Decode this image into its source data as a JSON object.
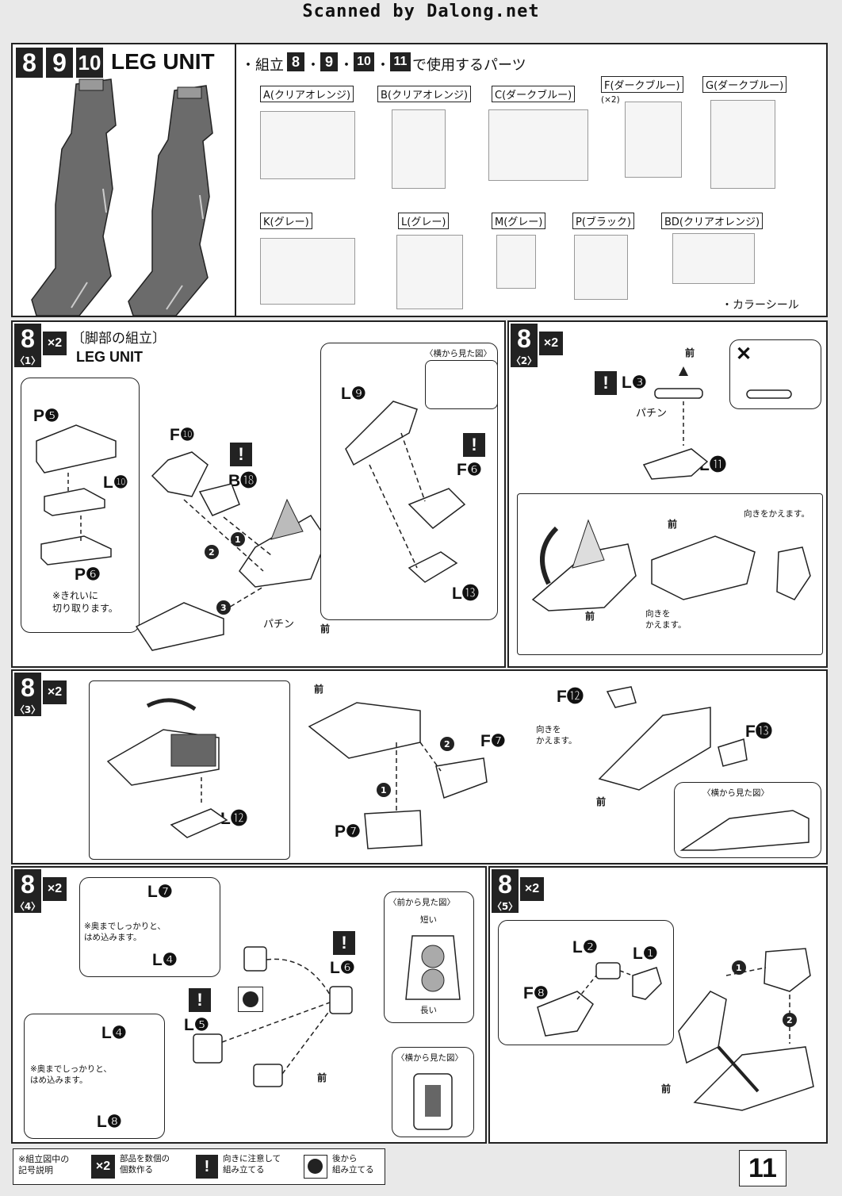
{
  "scan_title": "Scanned by Dalong.net",
  "header": {
    "steps": [
      "8",
      "9",
      "10"
    ],
    "title": "LEG UNIT",
    "parts_used_prefix": "・組立",
    "parts_used_steps": [
      "8",
      "9",
      "10",
      "11"
    ],
    "parts_used_suffix": "で使用するパーツ"
  },
  "runners": [
    {
      "label": "A(クリアオレンジ)"
    },
    {
      "label": "B(クリアオレンジ)"
    },
    {
      "label": "C(ダークブルー)"
    },
    {
      "label": "F(ダークブルー)",
      "note": "(×2)"
    },
    {
      "label": "G(ダークブルー)"
    },
    {
      "label": "K(グレー)"
    },
    {
      "label": "L(グレー)"
    },
    {
      "label": "M(グレー)"
    },
    {
      "label": "P(ブラック)"
    },
    {
      "label": "BD(クリアオレンジ)"
    }
  ],
  "color_seal": "・カラーシール",
  "step1": {
    "number": "8",
    "sub": "〈1〉",
    "multiplier": "×2",
    "title_jp": "〔脚部の組立〕",
    "title_en": "LEG UNIT",
    "parts": {
      "p5": "P❺",
      "l10": "L❿",
      "p6": "P❻",
      "f10": "F❿",
      "b18": "B⓲",
      "l9": "L❾",
      "f6": "F❻",
      "l13": "L⓭"
    },
    "note": "※きれいに\n切り取ります。",
    "side_view": "〈横から見た図〉",
    "snap": "パチン",
    "forward": "前"
  },
  "step2": {
    "number": "8",
    "sub": "〈2〉",
    "multiplier": "×2",
    "parts": {
      "l3": "L❸",
      "l11": "L⓫"
    },
    "wrong": "✕",
    "snap": "パチン",
    "forward": "前",
    "turn_note": "向きをかえます。",
    "turn_note2": "向きを\nかえます。"
  },
  "step3": {
    "number": "8",
    "sub": "〈3〉",
    "multiplier": "×2",
    "parts": {
      "l12": "L⓬",
      "f7": "F❼",
      "p7": "P❼",
      "f12": "F⓬",
      "f13": "F⓭"
    },
    "forward": "前",
    "turn_note": "向きを\nかえます。",
    "side_view": "〈横から見た図〉"
  },
  "step4": {
    "number": "8",
    "sub": "〈4〉",
    "multiplier": "×2",
    "parts": {
      "l7": "L❼",
      "l4": "L❹",
      "l6": "L❻",
      "l5": "L❺",
      "l4b": "L❹",
      "l8": "L❽"
    },
    "note1": "※奥までしっかりと、\nはめ込みます。",
    "note2": "※奥までしっかりと、\nはめ込みます。",
    "front_view": "〈前から見た図〉",
    "short": "短い",
    "long": "長い",
    "side_view": "〈横から見た図〉",
    "forward": "前"
  },
  "step5": {
    "number": "8",
    "sub": "〈5〉",
    "multiplier": "×2",
    "parts": {
      "l2": "L❷",
      "l1": "L❶",
      "f8": "F❽"
    },
    "forward": "前"
  },
  "legend": {
    "title": "※組立図中の\n記号説明",
    "x2_sym": "×2",
    "x2_text": "部品を数個の\n個数作る",
    "warn_text": "向きに注意して\n組み立てる",
    "back_text": "後から\n組み立てる"
  },
  "page_number": "11"
}
